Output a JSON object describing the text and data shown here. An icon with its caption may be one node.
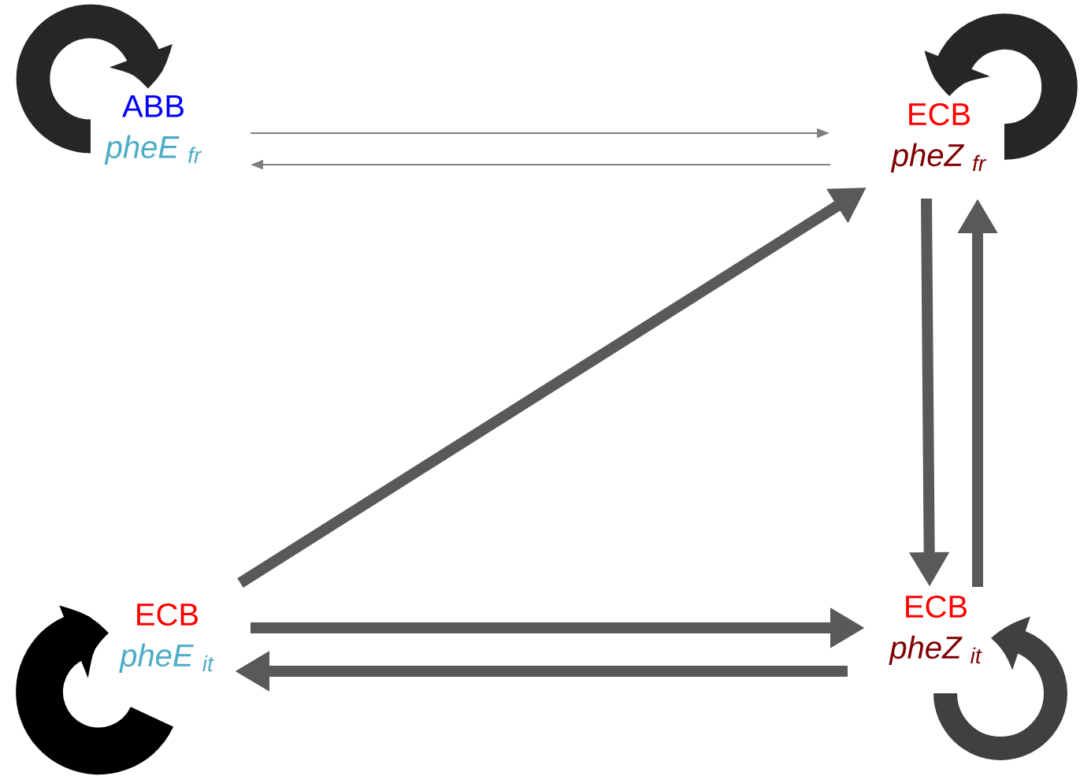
{
  "diagram": {
    "nodes": [
      {
        "text": [
          "ABB",
          "pheE $_{fr}$"
        ]
      },
      {
        "text": [
          "ECB",
          "pheZ $_{fr}$"
        ]
      },
      {
        "text": [
          "ECB",
          "pheE $_{it}$"
        ]
      },
      {
        "text": [
          "ECB",
          "pheZ $_{it}$"
        ]
      }
    ],
    "edges": [
      {
        "from": 0,
        "to": 1,
        "arrow": "to",
        "color": "#808080"
      },
      {
        "from": 1,
        "to": 0,
        "arrow": "to",
        "color": "#808080"
      },
      {
        "from": 2,
        "to": 1,
        "arrow": "to"
      },
      {
        "from": 1,
        "to": 3,
        "arrow": "to"
      },
      {
        "from": 3,
        "to": 1,
        "arrow": "to"
      },
      {
        "from": 2,
        "to": 3,
        "arrow": "to"
      },
      {
        "from": 3,
        "to": 2,
        "arrow": "to"
      },
      {
        "from": 0,
        "to": 0,
        "arrow": "to",
        "style": "thick",
        "color": "#262626"
      },
      {
        "from": 1,
        "to": 1,
        "arrow": "to",
        "style": "thick",
        "color": "#262626"
      },
      {
        "from": 2,
        "to": 2,
        "arrow": "to",
        "style": "thick",
        "color": "#000000"
      },
      {
        "from": 3,
        "to": 3,
        "arrow": "to",
        "style": "thick",
        "color": "#404040"
      }
    ]
  }
}
